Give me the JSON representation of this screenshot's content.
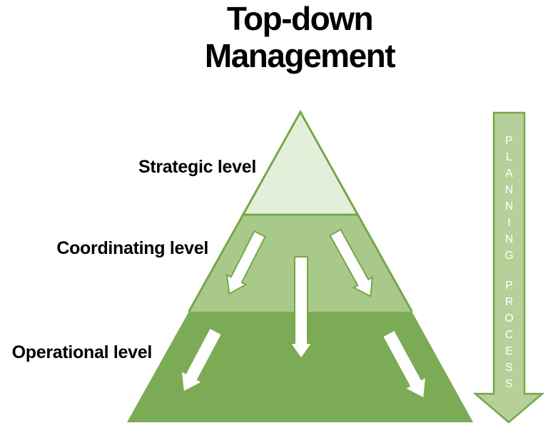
{
  "title": {
    "line1": "Top-down",
    "line2": "Management"
  },
  "pyramid": {
    "levels": [
      {
        "name": "Strategic level",
        "fill": "#e3efd8"
      },
      {
        "name": "Coordinating level",
        "fill": "#a9c98a"
      },
      {
        "name": "Operational level",
        "fill": "#7cab55"
      }
    ],
    "outline_color": "#76a748",
    "flow_arrow_color": "#ffffff"
  },
  "side_arrow": {
    "word1": "PLANNING",
    "word2": "PROCESS",
    "fill": "#b5d098",
    "outline_color": "#76a748",
    "letter_color": "#ffffff"
  }
}
